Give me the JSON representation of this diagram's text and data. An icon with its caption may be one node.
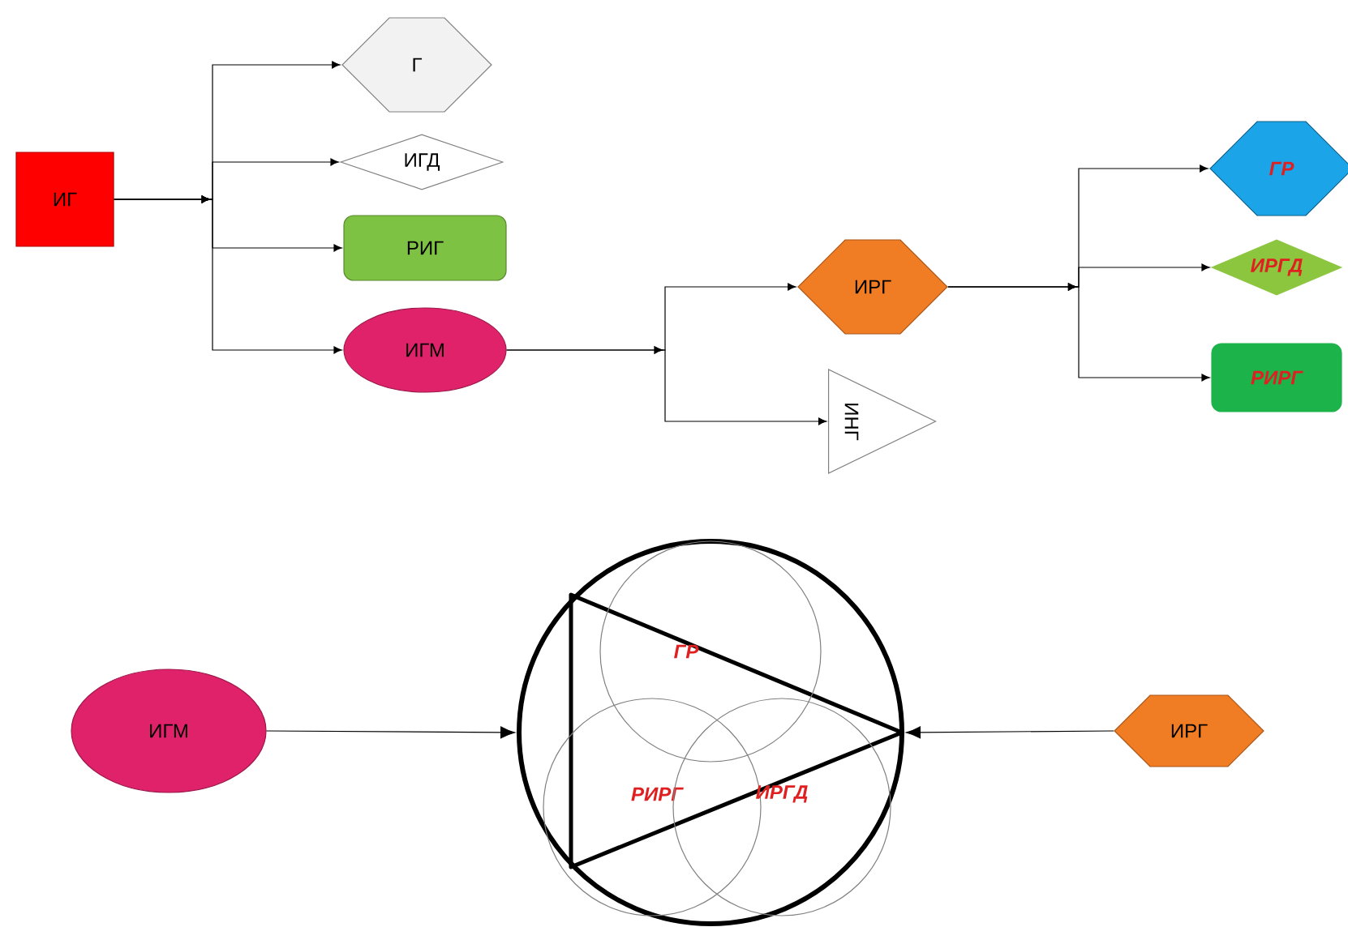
{
  "diagram": {
    "nodes": [
      {
        "text": [
          "ИГ"
        ]
      },
      {
        "text": [
          "Г"
        ]
      },
      {
        "text": [
          "ИГД"
        ]
      },
      {
        "text": [
          "РИГ"
        ]
      },
      {
        "text": [
          "ИГМ"
        ]
      },
      {
        "text": [
          "ИРГ"
        ]
      },
      {
        "text": [
          "ИНГ"
        ]
      },
      {
        "text": [
          "ГР"
        ]
      },
      {
        "text": [
          "ИРГД"
        ]
      },
      {
        "text": [
          "РИРГ"
        ]
      },
      {
        "text": [
          "ИГМ"
        ]
      },
      {
        "text": [],
        "shape": "circle"
      },
      {
        "text": [
          "ГР"
        ],
        "in": 11
      },
      {
        "text": [
          "РИРГ"
        ],
        "in": 11
      },
      {
        "text": [
          "ИРГД"
        ],
        "in": 11
      },
      {
        "text": [
          "ИРГ"
        ]
      }
    ],
    "edges": [
      {
        "from": 0,
        "to": 1,
        "arrow": "to"
      },
      {
        "from": 0,
        "to": 2,
        "arrow": "to"
      },
      {
        "from": 0,
        "to": 3,
        "arrow": "to"
      },
      {
        "from": 0,
        "to": 4,
        "arrow": "to"
      },
      {
        "from": 4,
        "to": 5,
        "arrow": "to"
      },
      {
        "from": 4,
        "to": 6,
        "arrow": "to"
      },
      {
        "from": 5,
        "to": 7,
        "arrow": "to"
      },
      {
        "from": 5,
        "to": 8,
        "arrow": "to"
      },
      {
        "from": 5,
        "to": 9,
        "arrow": "to"
      },
      {
        "from": 10,
        "to": 11,
        "arrow": "to"
      },
      {
        "from": 15,
        "to": 11,
        "arrow": "to"
      }
    ]
  }
}
